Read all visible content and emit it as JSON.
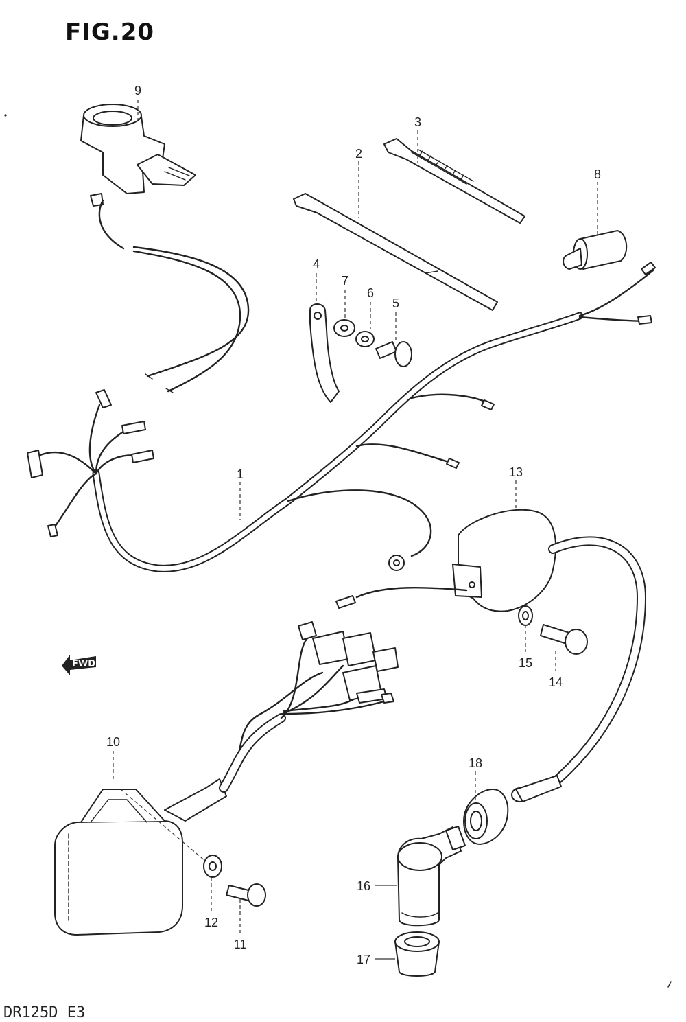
{
  "figure": {
    "title": "FIG.20",
    "model_code": "DR125D E3",
    "forward_marker": "FWD"
  },
  "callouts": [
    {
      "id": "1",
      "label": "1"
    },
    {
      "id": "2",
      "label": "2"
    },
    {
      "id": "3",
      "label": "3"
    },
    {
      "id": "4",
      "label": "4"
    },
    {
      "id": "5",
      "label": "5"
    },
    {
      "id": "6",
      "label": "6"
    },
    {
      "id": "7",
      "label": "7"
    },
    {
      "id": "8",
      "label": "8"
    },
    {
      "id": "9",
      "label": "9"
    },
    {
      "id": "10",
      "label": "10"
    },
    {
      "id": "11",
      "label": "11"
    },
    {
      "id": "12",
      "label": "12"
    },
    {
      "id": "13",
      "label": "13"
    },
    {
      "id": "14",
      "label": "14"
    },
    {
      "id": "15",
      "label": "15"
    },
    {
      "id": "16",
      "label": "16"
    },
    {
      "id": "17",
      "label": "17"
    },
    {
      "id": "18",
      "label": "18"
    }
  ],
  "colors": {
    "ink": "#222222",
    "background": "#ffffff"
  }
}
